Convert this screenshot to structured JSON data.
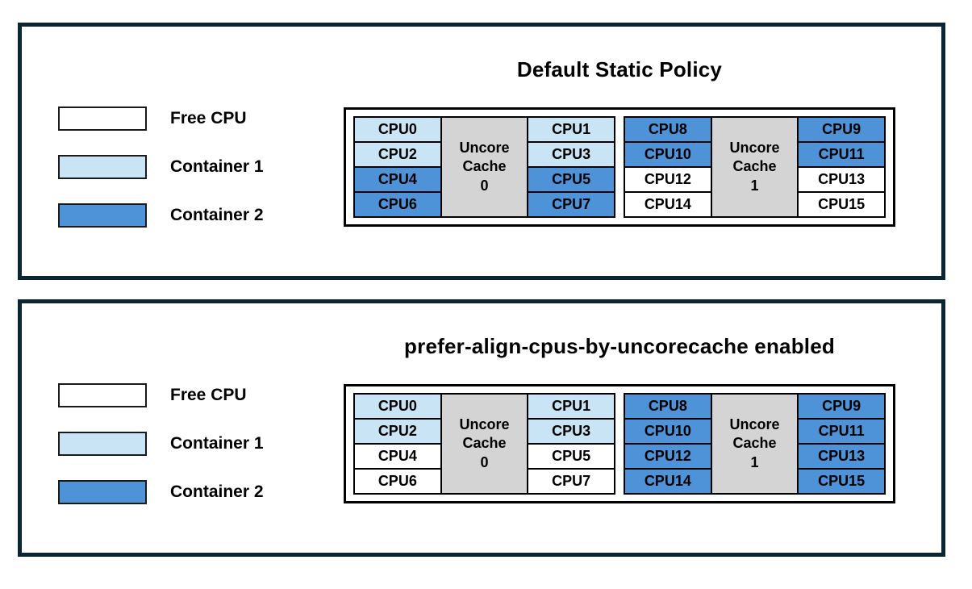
{
  "colors": {
    "free": "#ffffff",
    "container1": "#c9e4f5",
    "container2": "#4e92d8",
    "cache": "#d4d4d4",
    "frame": "#0a2634"
  },
  "legend": {
    "items": [
      {
        "label": "Free CPU",
        "color_key": "free"
      },
      {
        "label": "Container 1",
        "color_key": "container1"
      },
      {
        "label": "Container 2",
        "color_key": "container2"
      }
    ]
  },
  "panels": [
    {
      "title": "Default Static Policy",
      "groups": [
        {
          "cache_label": "Uncore\nCache\n0",
          "left_cpus": [
            {
              "label": "CPU0",
              "state": "container1"
            },
            {
              "label": "CPU2",
              "state": "container1"
            },
            {
              "label": "CPU4",
              "state": "container2"
            },
            {
              "label": "CPU6",
              "state": "container2"
            }
          ],
          "right_cpus": [
            {
              "label": "CPU1",
              "state": "container1"
            },
            {
              "label": "CPU3",
              "state": "container1"
            },
            {
              "label": "CPU5",
              "state": "container2"
            },
            {
              "label": "CPU7",
              "state": "container2"
            }
          ]
        },
        {
          "cache_label": "Uncore\nCache\n1",
          "left_cpus": [
            {
              "label": "CPU8",
              "state": "container2"
            },
            {
              "label": "CPU10",
              "state": "container2"
            },
            {
              "label": "CPU12",
              "state": "free"
            },
            {
              "label": "CPU14",
              "state": "free"
            }
          ],
          "right_cpus": [
            {
              "label": "CPU9",
              "state": "container2"
            },
            {
              "label": "CPU11",
              "state": "container2"
            },
            {
              "label": "CPU13",
              "state": "free"
            },
            {
              "label": "CPU15",
              "state": "free"
            }
          ]
        }
      ]
    },
    {
      "title": "prefer-align-cpus-by-uncorecache enabled",
      "groups": [
        {
          "cache_label": "Uncore\nCache\n0",
          "left_cpus": [
            {
              "label": "CPU0",
              "state": "container1"
            },
            {
              "label": "CPU2",
              "state": "container1"
            },
            {
              "label": "CPU4",
              "state": "free"
            },
            {
              "label": "CPU6",
              "state": "free"
            }
          ],
          "right_cpus": [
            {
              "label": "CPU1",
              "state": "container1"
            },
            {
              "label": "CPU3",
              "state": "container1"
            },
            {
              "label": "CPU5",
              "state": "free"
            },
            {
              "label": "CPU7",
              "state": "free"
            }
          ]
        },
        {
          "cache_label": "Uncore\nCache\n1",
          "left_cpus": [
            {
              "label": "CPU8",
              "state": "container2"
            },
            {
              "label": "CPU10",
              "state": "container2"
            },
            {
              "label": "CPU12",
              "state": "container2"
            },
            {
              "label": "CPU14",
              "state": "container2"
            }
          ],
          "right_cpus": [
            {
              "label": "CPU9",
              "state": "container2"
            },
            {
              "label": "CPU11",
              "state": "container2"
            },
            {
              "label": "CPU13",
              "state": "container2"
            },
            {
              "label": "CPU15",
              "state": "container2"
            }
          ]
        }
      ]
    }
  ]
}
